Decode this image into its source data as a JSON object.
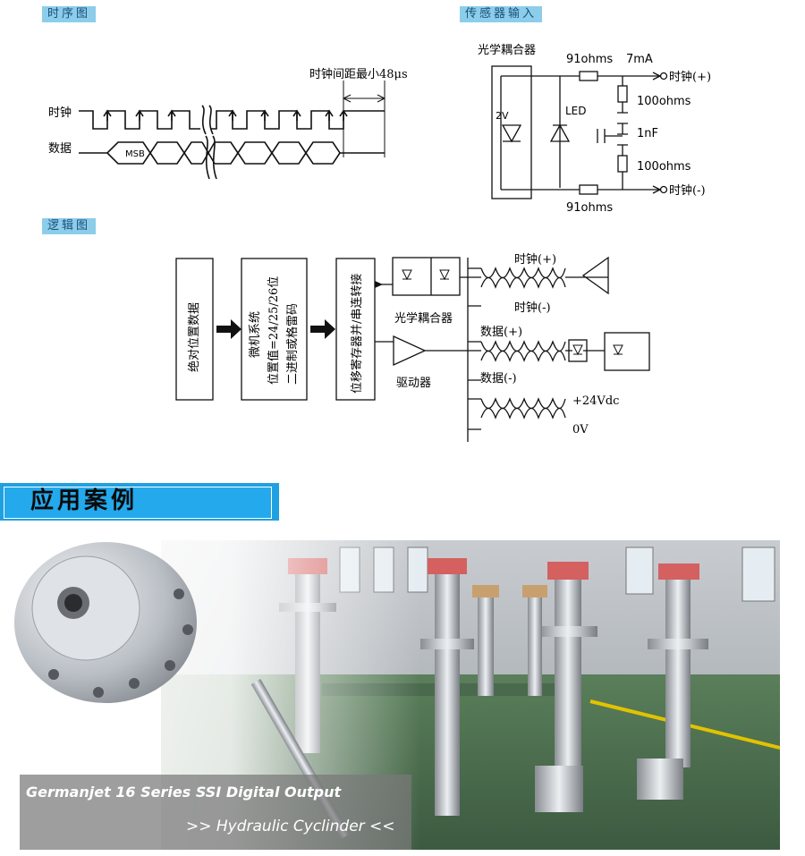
{
  "sections": {
    "timing": "时序图",
    "sensor_input": "传感器输入",
    "logic": "逻辑图",
    "application": "应用案例"
  },
  "timing_diagram": {
    "clock_label": "时钟",
    "data_label": "数据",
    "msb_label": "MSB",
    "interval_label": "时钟间距最小48μs"
  },
  "sensor_circuit": {
    "optocoupler_label": "光学耦合器",
    "r_top": "91ohms",
    "current": "7mA",
    "clock_plus": "时钟(+)",
    "r_100_top": "100ohms",
    "led_label": "LED",
    "cap_label": "1nF",
    "r_100_bottom": "100ohms",
    "clock_minus": "时钟(-)",
    "r_bottom": "91ohms",
    "voltage_2v": "2V"
  },
  "logic_diagram": {
    "block1": "绝对位置数据",
    "block2_line1": "微机系统",
    "block2_line2": "位置值=24/25/26位",
    "block2_line3": "二进制或格雷码",
    "block3": "位移寄存器并/串连转接",
    "optocoupler_label": "光学耦合器",
    "driver_label": "驱动器",
    "clock_plus": "时钟(+)",
    "clock_minus": "时钟(-)",
    "data_plus": "数据(+)",
    "data_minus": "数据(-)",
    "power": "+24Vdc",
    "ground": "0V"
  },
  "photo_caption": {
    "line1": "Germanjet 16 Series SSI Digital Output",
    "line2": ">> Hydraulic Cyclinder <<"
  }
}
